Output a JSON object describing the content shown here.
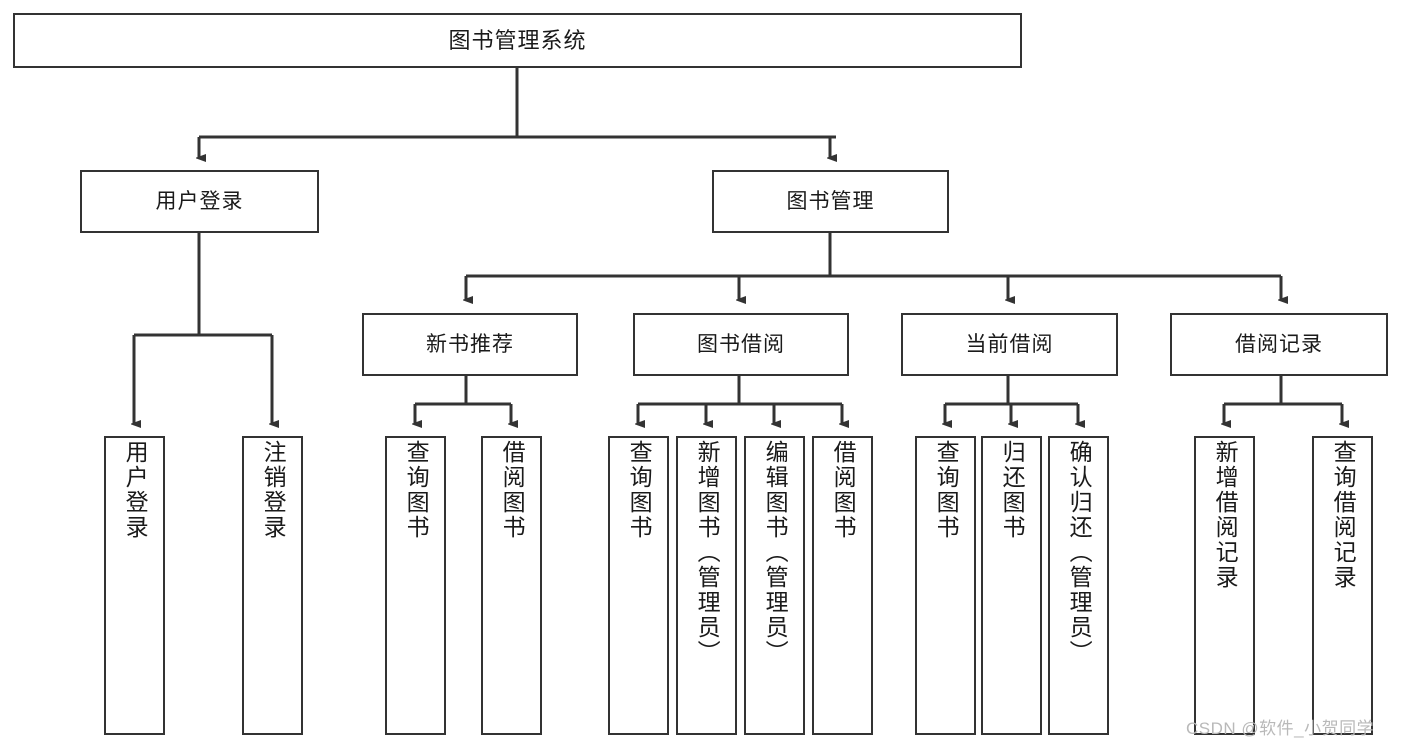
{
  "diagram": {
    "type": "tree",
    "title": "图书管理系统",
    "watermark": "CSDN @软件_小贺同学",
    "colors": {
      "node_border": "#333333",
      "node_fill": "#ffffff",
      "connector": "#333333",
      "text": "#1a1a1a",
      "watermark": "#b9b9b9",
      "background": "#ffffff"
    },
    "nodes": {
      "root": {
        "label": "图书管理系统"
      },
      "level2": [
        {
          "label": "用户登录"
        },
        {
          "label": "图书管理"
        }
      ],
      "level3": [
        {
          "label": "新书推荐"
        },
        {
          "label": "图书借阅"
        },
        {
          "label": "当前借阅"
        },
        {
          "label": "借阅记录"
        }
      ],
      "leaves": {
        "user_login": [
          {
            "label": "用户登录"
          },
          {
            "label": "注销登录"
          }
        ],
        "new_book": [
          {
            "label": "查询图书"
          },
          {
            "label": "借阅图书"
          }
        ],
        "book_borrow": [
          {
            "label": "查询图书"
          },
          {
            "label": "新增图书（管理员）"
          },
          {
            "label": "编辑图书（管理员）"
          },
          {
            "label": "借阅图书"
          }
        ],
        "current_borrow": [
          {
            "label": "查询图书"
          },
          {
            "label": "归还图书"
          },
          {
            "label": "确认归还（管理员）"
          }
        ],
        "borrow_record": [
          {
            "label": "新增借阅记录"
          },
          {
            "label": "查询借阅记录"
          }
        ]
      }
    }
  }
}
